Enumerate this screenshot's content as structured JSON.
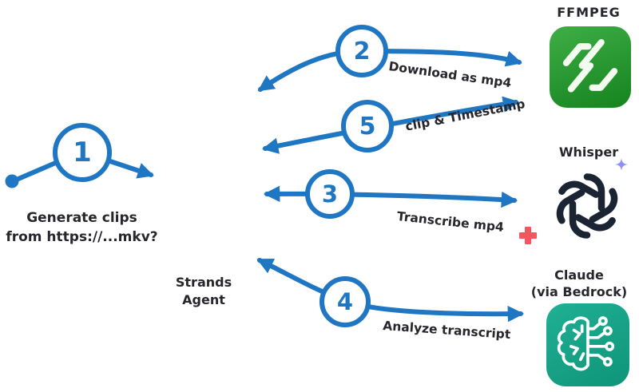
{
  "diagram_title": "",
  "steps": [
    {
      "number": "1",
      "label_line1": "Generate clips",
      "label_line2": "from https://...mkv?"
    },
    {
      "number": "2",
      "label": "Download as mp4"
    },
    {
      "number": "3",
      "label": "Transcribe mp4"
    },
    {
      "number": "4",
      "label": "Analyze transcript"
    },
    {
      "number": "5",
      "label": "clip & Timestamp"
    }
  ],
  "agent": {
    "line1": "Strands",
    "line2": "Agent"
  },
  "services": [
    {
      "name": "FFMPEG"
    },
    {
      "name": "Whisper"
    },
    {
      "name": "Claude",
      "subname": "(via Bedrock)"
    }
  ],
  "icons": {
    "ffmpeg": "ffmpeg-zigzag-icon",
    "whisper": "openai-logo-icon",
    "claude": "brain-circuit-icon",
    "start_dot": "start-dot-icon",
    "sparkle": "sparkle-icon",
    "plus": "plus-icon"
  },
  "colors": {
    "arrow_blue": "#1f76c2",
    "text_dark": "#26262c",
    "ffmpeg_green_light": "#3fae46",
    "ffmpeg_green_dark": "#15831e",
    "openai_navy": "#1b2433",
    "claude_teal_light": "#1fb094",
    "claude_teal_dark": "#0f9478",
    "sparkle_purple": "#8f90f7",
    "plus_red": "#f4555e"
  }
}
